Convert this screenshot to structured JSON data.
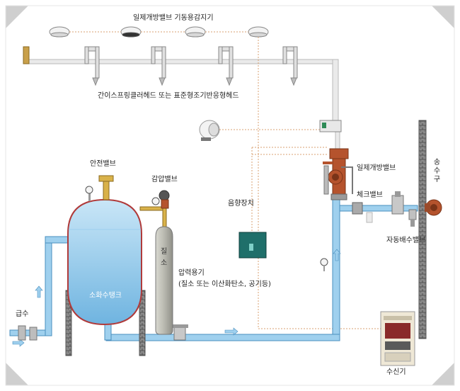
{
  "labels": {
    "detector": "일제개방밸브 기동용감지기",
    "sprinkler": "간이스프링클러헤드 또는 표준형조기반응형헤드",
    "safety_valve": "안전밸브",
    "pressure_reducing_valve": "감압밸브",
    "deluge_valve": "일제개방밸브",
    "check_valve": "체크밸브",
    "fire_dept_connection": "송수구",
    "auto_drain_valve": "자동배수밸브",
    "alarm_device": "음향장치",
    "pressure_vessel": "압력용기",
    "pressure_vessel_note": "(질소 또는 이산화탄소, 공기등)",
    "water_supply": "급수",
    "tank": "소화수탱크",
    "receiver": "수신기",
    "cylinder_text_1": "질",
    "cylinder_text_2": "소"
  },
  "colors": {
    "water": "#8fc8ea",
    "pipe": "#9fd0ee",
    "pipe_edge": "#4a8fbf",
    "tank_outline": "#b03a3a",
    "valve": "#b5532d",
    "cylinder": "#b8b8b0",
    "signal_line": "#d8a070",
    "brick": "#6b6b6b"
  }
}
